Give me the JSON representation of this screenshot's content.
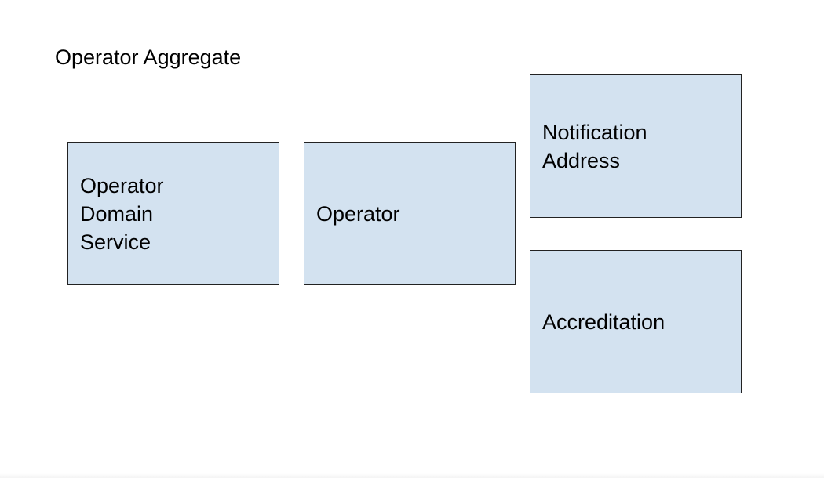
{
  "diagram": {
    "title": "Operator Aggregate",
    "box_fill": "#d3e2f0",
    "box_border": "#222222",
    "boxes": [
      {
        "id": "operator-domain-service",
        "label": "Operator\nDomain\nService"
      },
      {
        "id": "operator",
        "label": "Operator"
      },
      {
        "id": "notification-address",
        "label": "Notification\nAddress"
      },
      {
        "id": "accreditation",
        "label": "Accreditation"
      }
    ]
  }
}
